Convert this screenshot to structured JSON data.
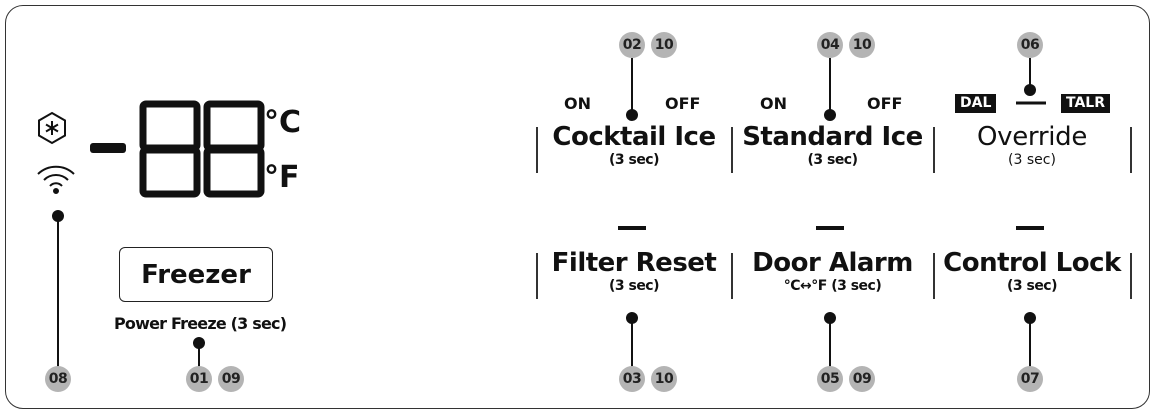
{
  "display": {
    "digits": "-88",
    "unit_c": "°C",
    "unit_f": "°F",
    "icons": [
      "snowflake-hexagon-icon",
      "wifi-icon"
    ]
  },
  "freezer": {
    "label": "Freezer",
    "sub": "Power Freeze (3 sec)",
    "badges": [
      "01",
      "09"
    ]
  },
  "left_badge": "08",
  "buttons": {
    "cocktail_ice": {
      "on": "ON",
      "off": "OFF",
      "title": "Cocktail Ice",
      "sub": "(3 sec)",
      "badges": [
        "02",
        "10"
      ]
    },
    "standard_ice": {
      "on": "ON",
      "off": "OFF",
      "title": "Standard Ice",
      "sub": "(3 sec)",
      "badges": [
        "04",
        "10"
      ]
    },
    "override": {
      "tag_left": "DAL",
      "tag_right": "TALR",
      "title": "Override",
      "sub": "(3 sec)",
      "badges": [
        "06"
      ]
    },
    "filter_reset": {
      "title": "Filter Reset",
      "sub": "(3 sec)",
      "badges": [
        "03",
        "10"
      ]
    },
    "door_alarm": {
      "title": "Door Alarm",
      "sub": "°C↔°F (3 sec)",
      "badges": [
        "05",
        "09"
      ]
    },
    "control_lock": {
      "title": "Control Lock",
      "sub": "(3 sec)",
      "badges": [
        "07"
      ]
    }
  }
}
